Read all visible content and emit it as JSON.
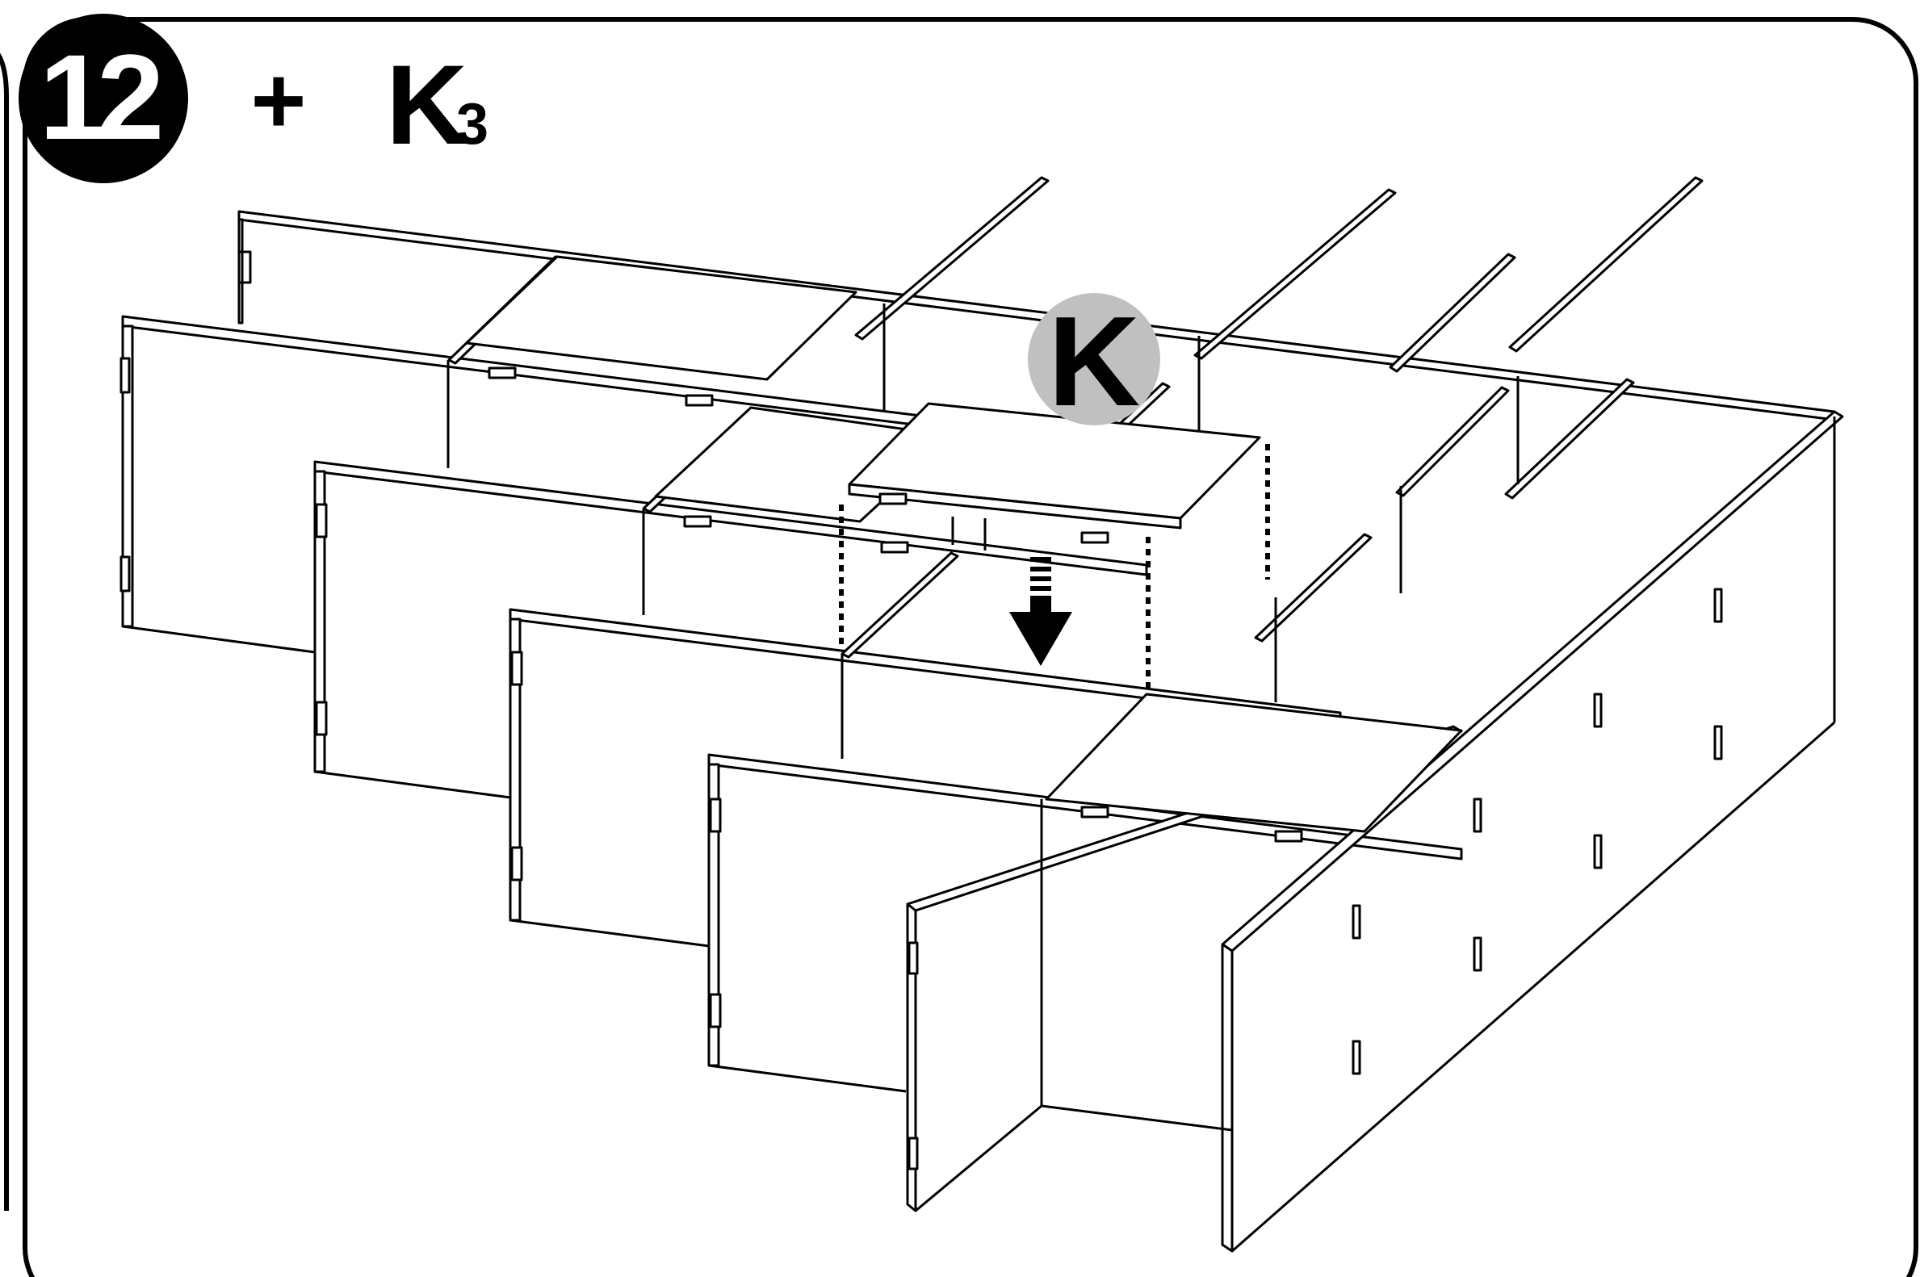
{
  "step": {
    "number": "12",
    "plus": "+",
    "part_letter": "K",
    "part_count": "3"
  },
  "callout": {
    "letter": "K"
  },
  "colors": {
    "stroke": "#000000",
    "paper": "#ffffff",
    "callout_fill": "#c0c0c0",
    "badge": "#000000",
    "slot_accent": "#6fa8dc"
  },
  "icons": {
    "insert_arrow": "down-arrow-icon"
  }
}
